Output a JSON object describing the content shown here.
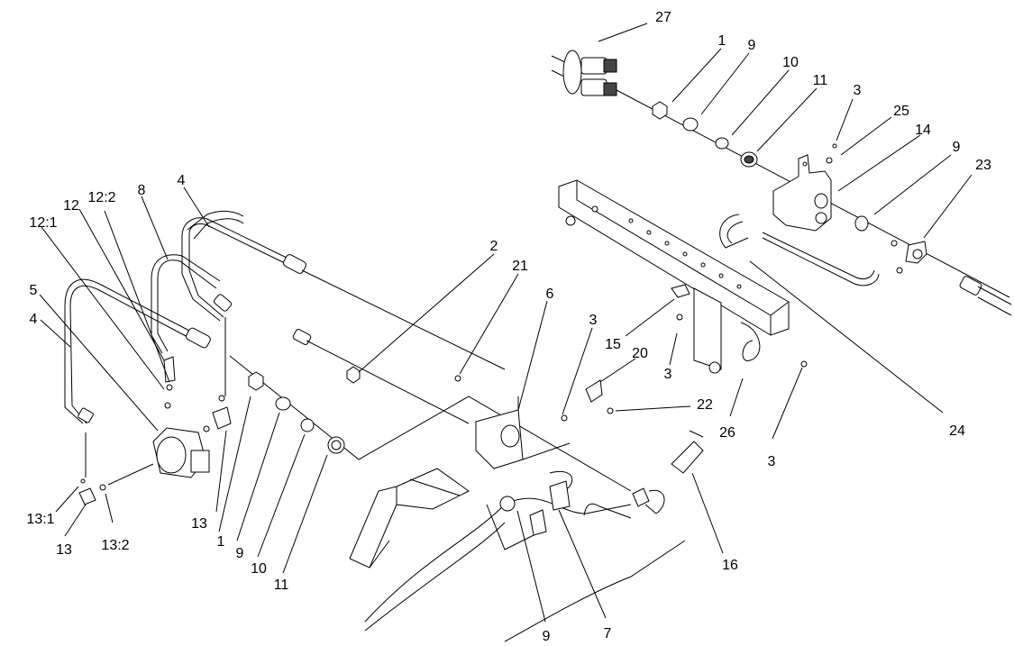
{
  "callouts": [
    {
      "id": "c27",
      "label": "27"
    },
    {
      "id": "c1a",
      "label": "1"
    },
    {
      "id": "c9a",
      "label": "9"
    },
    {
      "id": "c10a",
      "label": "10"
    },
    {
      "id": "c11a",
      "label": "11"
    },
    {
      "id": "c3a",
      "label": "3"
    },
    {
      "id": "c25",
      "label": "25"
    },
    {
      "id": "c14",
      "label": "14"
    },
    {
      "id": "c9b",
      "label": "9"
    },
    {
      "id": "c23",
      "label": "23"
    },
    {
      "id": "c12",
      "label": "12"
    },
    {
      "id": "c12_2",
      "label": "12:2"
    },
    {
      "id": "c8",
      "label": "8"
    },
    {
      "id": "c4a",
      "label": "4"
    },
    {
      "id": "c12_1",
      "label": "12:1"
    },
    {
      "id": "c2",
      "label": "2"
    },
    {
      "id": "c21",
      "label": "21"
    },
    {
      "id": "c6",
      "label": "6"
    },
    {
      "id": "c5",
      "label": "5"
    },
    {
      "id": "c4b",
      "label": "4"
    },
    {
      "id": "c3b",
      "label": "3"
    },
    {
      "id": "c15",
      "label": "15"
    },
    {
      "id": "c20",
      "label": "20"
    },
    {
      "id": "c3c",
      "label": "3"
    },
    {
      "id": "c22",
      "label": "22"
    },
    {
      "id": "c26",
      "label": "26"
    },
    {
      "id": "c24",
      "label": "24"
    },
    {
      "id": "c3d",
      "label": "3"
    },
    {
      "id": "c13a",
      "label": "13"
    },
    {
      "id": "c1b",
      "label": "1"
    },
    {
      "id": "c9c",
      "label": "9"
    },
    {
      "id": "c10b",
      "label": "10"
    },
    {
      "id": "c11b",
      "label": "11"
    },
    {
      "id": "c13_1",
      "label": "13:1"
    },
    {
      "id": "c13b",
      "label": "13"
    },
    {
      "id": "c13_2",
      "label": "13:2"
    },
    {
      "id": "c16",
      "label": "16"
    },
    {
      "id": "c9d",
      "label": "9"
    },
    {
      "id": "c7",
      "label": "7"
    }
  ]
}
